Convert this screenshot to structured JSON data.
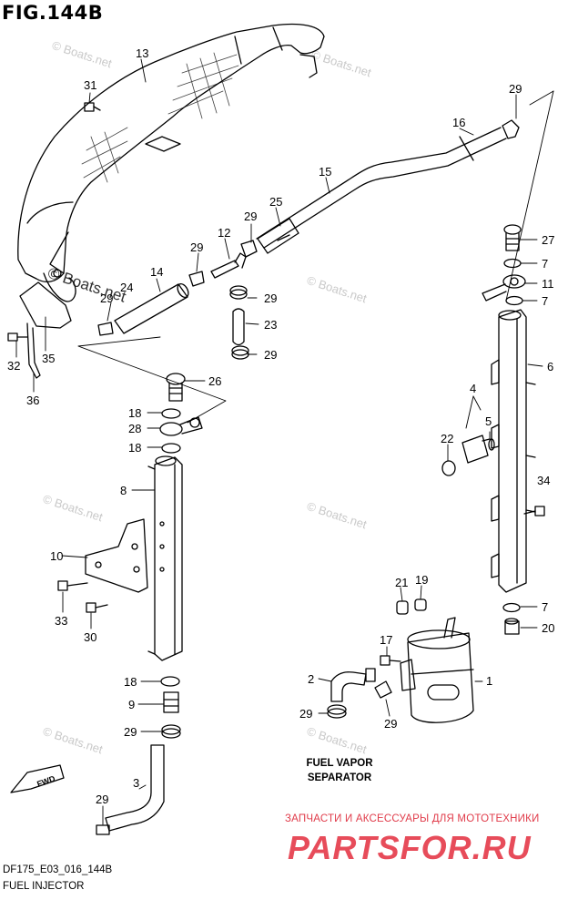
{
  "figure": {
    "title": "FIG.144B",
    "code": "DF175_E03_016_144B",
    "caption": "FUEL INJECTOR"
  },
  "separator_label": {
    "line1": "FUEL VAPOR",
    "line2": "SEPARATOR"
  },
  "fwd_label": "FWD",
  "watermark": {
    "text": "© Boats.net"
  },
  "branding": {
    "tagline": "ЗАПЧАСТИ И АКСЕССУАРЫ ДЛЯ МОТОТЕХНИКИ",
    "logo": "PARTSFOR.RU",
    "color": "#e74c5a"
  },
  "callouts": {
    "c13": "13",
    "c31": "31",
    "c29a": "29",
    "c16": "16",
    "c15": "15",
    "c25": "25",
    "c29b": "29",
    "c12": "12",
    "c29c": "29",
    "c14": "14",
    "c24": "24",
    "c29d": "29",
    "c29e": "29",
    "c23": "23",
    "c29f": "29",
    "c27": "27",
    "c7a": "7",
    "c11": "11",
    "c7b": "7",
    "c6": "6",
    "c32": "32",
    "c35": "35",
    "c36": "36",
    "c26": "26",
    "c18a": "18",
    "c28": "28",
    "c18b": "18",
    "c4": "4",
    "c5": "5",
    "c22": "22",
    "c8": "8",
    "c34": "34",
    "c10": "10",
    "c21": "21",
    "c19": "19",
    "c7c": "7",
    "c20": "20",
    "c33": "33",
    "c30": "30",
    "c17": "17",
    "c2": "2",
    "c1": "1",
    "c18c": "18",
    "c9": "9",
    "c29g": "29",
    "c29h": "29",
    "c29i": "29",
    "c3": "3",
    "c29j": "29"
  }
}
